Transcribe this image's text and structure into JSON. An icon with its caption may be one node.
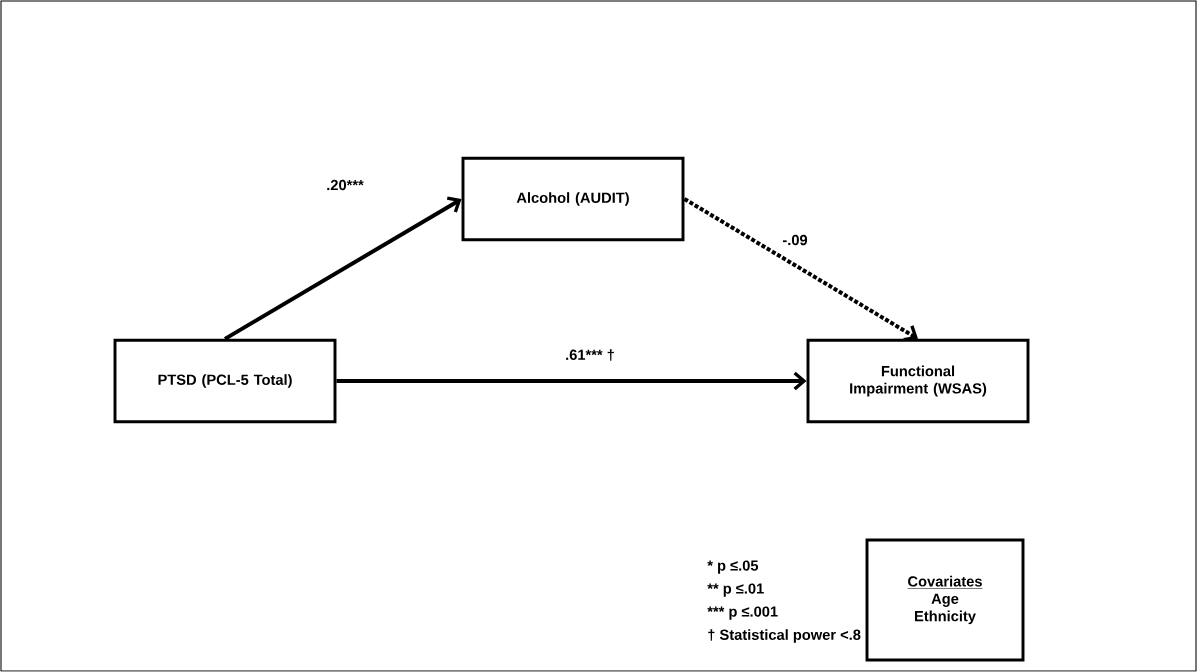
{
  "diagram": {
    "nodes": [
      {
        "text": [
          "Alcohol (AUDIT)"
        ]
      },
      {
        "text": [
          "PTSD (PCL-5 Total)"
        ]
      },
      {
        "text": [
          "Functional Impairment (WSAS)"
        ]
      },
      {
        "text": [
          "Covariates",
          "Age",
          "Ethnicity"
        ]
      }
    ],
    "edges": [
      {
        "from": 1,
        "to": 0,
        "arrow": "to",
        "label": ".20***"
      },
      {
        "from": 0,
        "to": 2,
        "arrow": "to",
        "label": "-.09",
        "style": "dashed"
      },
      {
        "from": 1,
        "to": 2,
        "arrow": "to",
        "label": ".61***  †"
      }
    ],
    "labels": [
      "* p  ≤.05",
      "** p  ≤.01",
      "*** p ≤.001",
      "† Statistical power <.8"
    ]
  }
}
